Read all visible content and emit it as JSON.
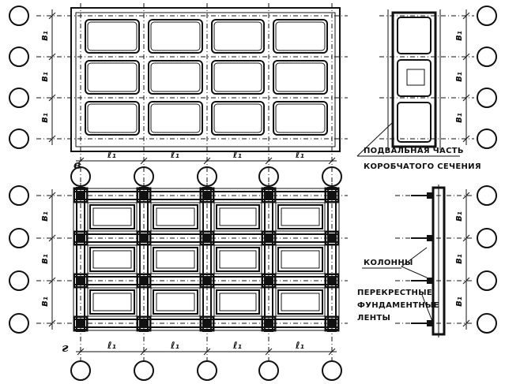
{
  "labels": {
    "plan_v_letter": "в",
    "plan_g_letter": "г",
    "span_label": "ℓ₁",
    "bay_label": "в₁"
  },
  "annotations": {
    "basement_line1": "ПОДВАЛЬНАЯ ЧАСТЬ",
    "basement_line2": "КОРОБЧАТОГО СЕЧЕНИЯ",
    "columns": "КОЛОННЫ",
    "strips_line1": "ПЕРЕКРЕСТНЫЕ",
    "strips_line2": "ФУНДАМЕНТНЫЕ",
    "strips_line3": "ЛЕНТЫ"
  },
  "colors": {
    "ink": "#111111",
    "paper": "#ffffff"
  }
}
